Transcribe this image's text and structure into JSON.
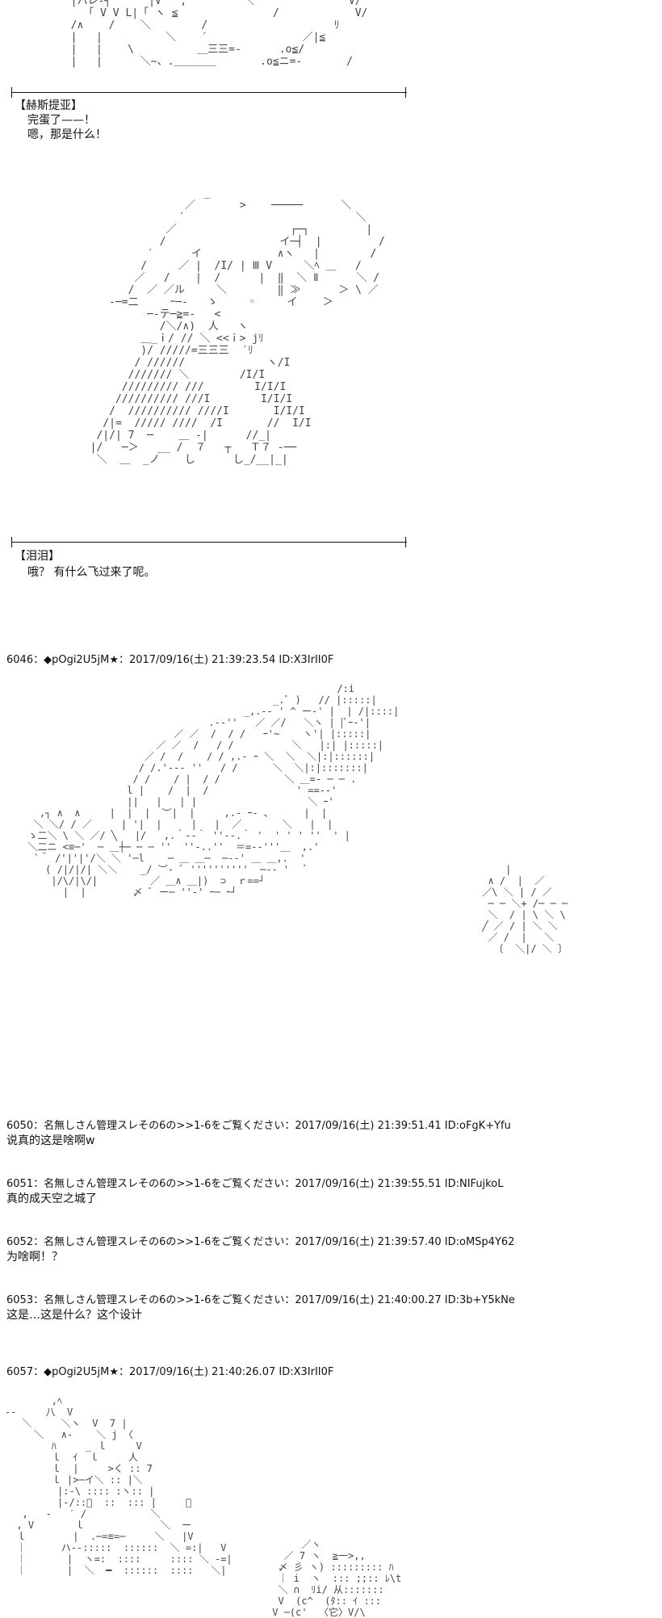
{
  "scene1": {
    "art": "  |ハレ‐┤      |V   ;         ＼               V/\n    「 V V L|「 ヽ ≦               /            V/\n  /∧    /    ＼        /                    ﾘ\n  |   |          ＼    ′               ／|≦\n  |   |    \\          ＿三三=-      .o≦/\n  |   |      ＼~、.＿＿＿＿       .o≦ニ=-       /",
    "speaker": "【赫斯提亚】",
    "lines": [
      "完蛋了——！",
      "嗯，那是什么！"
    ]
  },
  "scene2": {
    "art": "                    _\n                 ／       >    ─────      ＼\n                ′                           ＼\n              ／                  ┌─┐         |\n             /                  イ─┤  |         /\n           ′      イ            ∧ヽ   |        /\n          /     ／ |  /I/ | Ⅲ V     ＼ﾍ ＿   /\n         ／   /    |  /      |  ‖  ＼ Ⅱ      ＼ /\n        /  ／ ／ル     ＼        ‖ ≫      ＞ \\ ／\n     ‐─=二     ｰ─‐   ゝ     ◦     イ    ＞\n           ─‐テ─≧=-   <\n             /＼/∧)  人   ヽ\n          ＿_ｉ/ // ＼ <<ｉ> jﾘ\n          )/ /////=三三三  ′ﾘ\n         / //////             ヽ/I\n        /////// ＼        /I/I\n       ///////// ///        I/I/I\n      ////////// ///I        I/I/I\n     /  ////////// ////I       I/I/I\n    /|=  ///// ////  /I       //  I/I\n   /|/| 7  ─    ＿ ‐|      //_|\n  |/   ─＞   __ /  ７   ┬   Ｔ７ ‐──\n   ＼  ＿  _ノ    し      し_/__|_|",
    "speaker": "【泪泪】",
    "lines": [
      "哦？ 有什么飞过来了呢。"
    ]
  },
  "post_6046": {
    "header": "6046：◆pOgi2U5jM★：2017/09/16(土) 21:39:23.54 ID:X3IrII0F",
    "art": "                                                       /:i\n                                            _.ﾞ )   // |:::::|\n                                       _,.-‐ ' ^ ー-' |  | /|::::|\n                                 .-‐''   ／ ／/   ＼ヽ | |ﾞｰ-'|\n                           ／ ／  /  / /   ｰ'~    ヽ'| |:::::|\n                        ／ ／  /   / /          ＼   |:| |:::::|\n                      ／ /  /    / / ,.- ｰ ＼  ＼  ＼|:|::::::|\n                     / /.'-‐‐ ''   / /      ＼  ＼|:|:::::::|\n                    / /    / |  / /           ＼ ＿=‐ ─ ─ .\n                   l |    /  |  /               ' ==‐‐'\n                   ||   |   | |                   ＼ ｰ'\n    ,┐ ∧  ∧     |  |  |  ︶|  |     ,.‐ ｰ‐ ､      |  |\n   ＼ ＼/ / ／     | '|  |     |   |  ／       ＼   |  |\n  ゝ二＼ \\ ＼ ／/ ╲   |/   ,.｀‐‐｀ ''‐‐.｀ '  ' ' ' ''  ' |\n  ＼二ニ <≡─'  ─ ＿┼─ ─ ─ ''  ''‐..''  ＝=‐‐'''＿  ,.'\n   `＾ /'|'|'/＼ ＼ '─l    ─ ＿ ＿─  ─‐‐' ＿ ＿,.  '\n     ( /|/|/| ＼＼    _/ ︶‐ ﾞ ''''''''''  ─‐‐ '   ﾞ\n      |/\\/|\\/|         ／ ＿∧ ＿|)  ⊃  ｒ==┘\n        |  |        〆 ﾞ ー─ ''-' ｰ─ ｰ┘",
    "art_right": "     |\n  ∧ /  |  ／\n ／\\ ＼ | / ／\n  ─ ─ ＼+ /─ ─ ─\n  ＼  / | \\ ＼ \\\n ╱ ／ / | ＼ ＼\n  ／ /  |   ＼\n   〔  ＼|/ ＼ 〕"
  },
  "posts": [
    {
      "header": "6050：名無しさん管理スレその6の>>1-6をご覧ください：2017/09/16(土) 21:39:51.41 ID:oFgK+Yfu",
      "body": "说真的这是啥啊w"
    },
    {
      "header": "6051：名無しさん管理スレその6の>>1-6をご覧ください：2017/09/16(土) 21:39:55.51 ID:NIFujkoL",
      "body": "真的成天空之城了"
    },
    {
      "header": "6052：名無しさん管理スレその6の>>1-6をご覧ください：2017/09/16(土) 21:39:57.40 ID:oMSp4Y62",
      "body": "为啥啊！？"
    },
    {
      "header": "6053：名無しさん管理スレその6の>>1-6をご覧ください：2017/09/16(土) 21:40:00.27 ID:3b+Y5kNe",
      "body": "这是…这是什么？这个设计"
    }
  ],
  "post_6057": {
    "header": "6057：◆pOgi2U5jM★：2017/09/16(土) 21:40:26.07 ID:X3IrII0F",
    "art": "        ,ﾍ\n--     八  V\n   ＼     ＼ヽ  V  7 |\n     ＼   ∧‐    ＼ j 〈\n        ﾊ     _ ｌ     V\n        ｌ  ｲ  ｌ     人\n        ｌ  |     >く :: 7\n        ｌ |>─イ＼ :: |＼\n         |:-\\ :::: :ヽ:: |\n         |-/::ﾞ  ::  ::: |     ＼\n   ,   ‐   ′ /           ＼\n  , V       ｌ             ＼  ー\n  ｌ        |  .─=≡=─     ＼   |V\n  ｜      ハ--:::::  ::::::  ＼ =:|   V\n  ｜       |  ヽ=:  ::::     :::: ＼ -=|\n  ｜       |  ＼  ━  ::::::  ::::   ＼|",
    "art_right": "      ／ヽ\n   ／ 7 ヽ  ≧一>,,\n  〆 彡 ヽ) ::::::::: ﾊ\n  ｜ i  ヽ  ::: ;;:: ﾚ\\t\n  ＼ ∩  ﾘi/ 从:::::::\n  V  (c^  (ﾀ:: ｲ ::: \n V ─(c'  〈它〉V/\\"
  }
}
